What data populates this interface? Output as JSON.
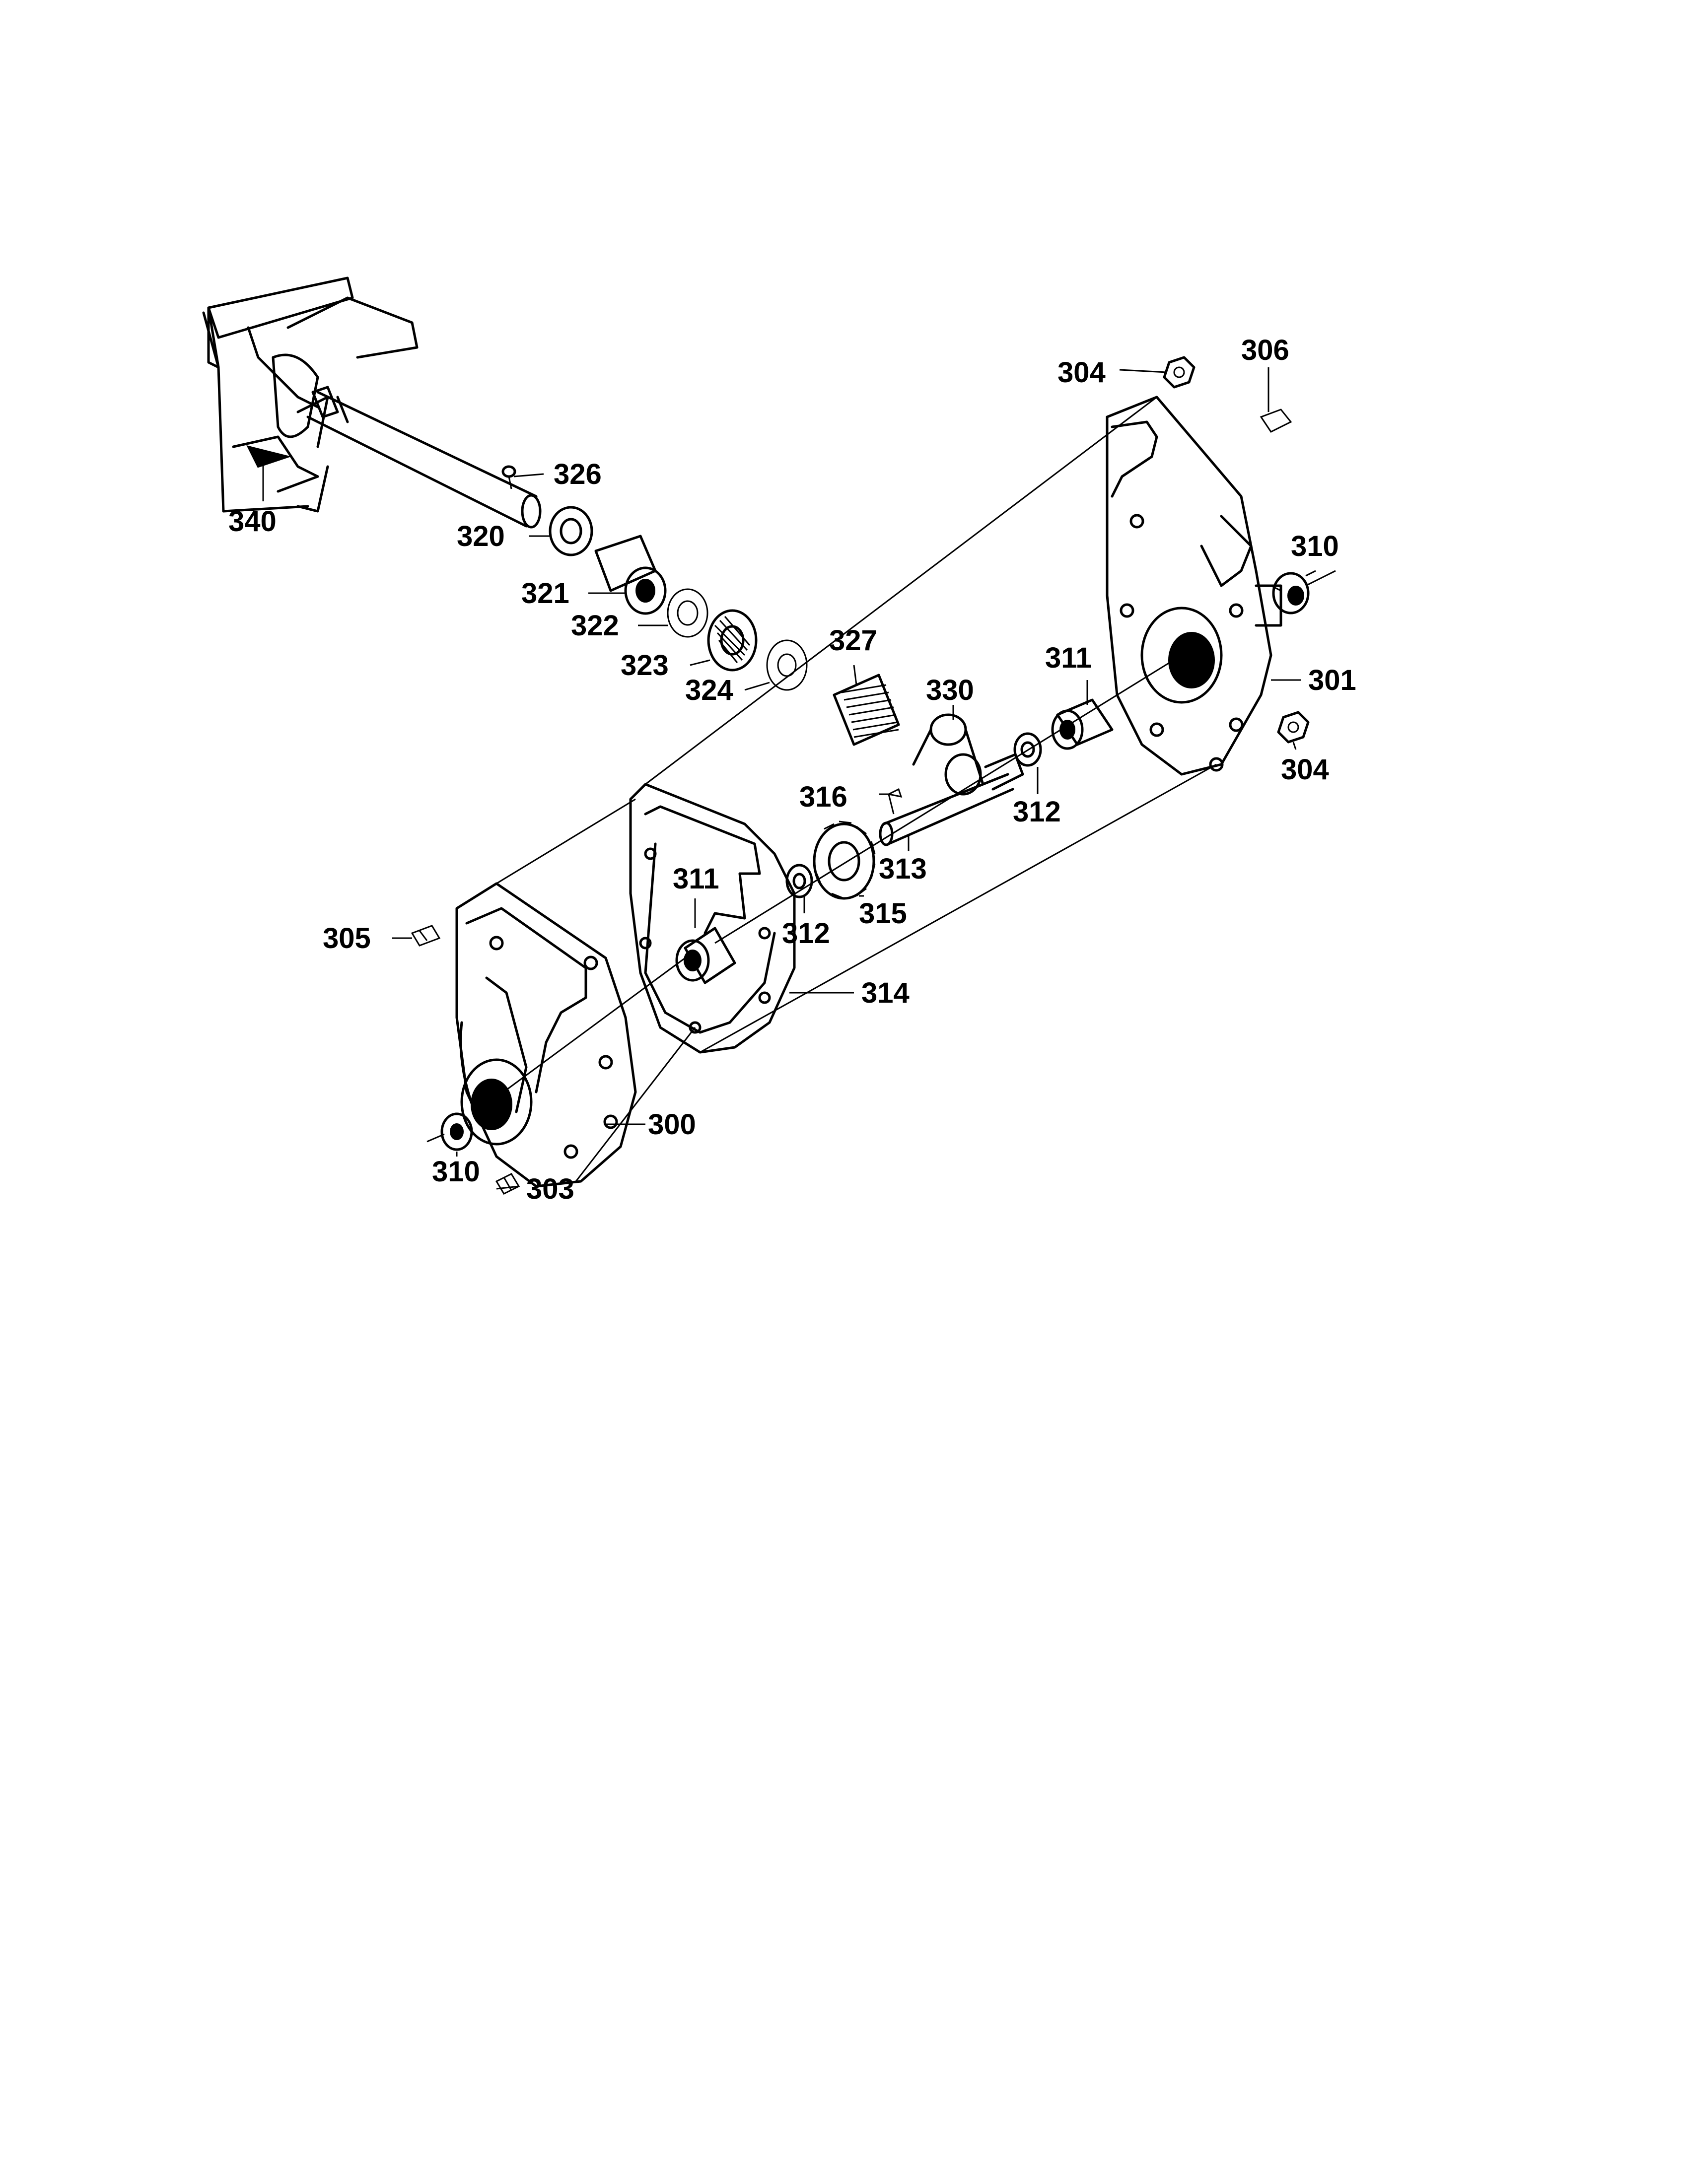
{
  "diagram": {
    "callouts": [
      {
        "id": "c326",
        "label": "326"
      },
      {
        "id": "c340",
        "label": "340"
      },
      {
        "id": "c320",
        "label": "320"
      },
      {
        "id": "c321",
        "label": "321"
      },
      {
        "id": "c322",
        "label": "322"
      },
      {
        "id": "c323",
        "label": "323"
      },
      {
        "id": "c324",
        "label": "324"
      },
      {
        "id": "c327",
        "label": "327"
      },
      {
        "id": "c330",
        "label": "330"
      },
      {
        "id": "c311a",
        "label": "311"
      },
      {
        "id": "c304a",
        "label": "304"
      },
      {
        "id": "c306",
        "label": "306"
      },
      {
        "id": "c310a",
        "label": "310"
      },
      {
        "id": "c301",
        "label": "301"
      },
      {
        "id": "c304b",
        "label": "304"
      },
      {
        "id": "c312a",
        "label": "312"
      },
      {
        "id": "c316",
        "label": "316"
      },
      {
        "id": "c313",
        "label": "313"
      },
      {
        "id": "c311b",
        "label": "311"
      },
      {
        "id": "c312b",
        "label": "312"
      },
      {
        "id": "c315",
        "label": "315"
      },
      {
        "id": "c314",
        "label": "314"
      },
      {
        "id": "c305",
        "label": "305"
      },
      {
        "id": "c310b",
        "label": "310"
      },
      {
        "id": "c300",
        "label": "300"
      },
      {
        "id": "c303",
        "label": "303"
      }
    ]
  }
}
